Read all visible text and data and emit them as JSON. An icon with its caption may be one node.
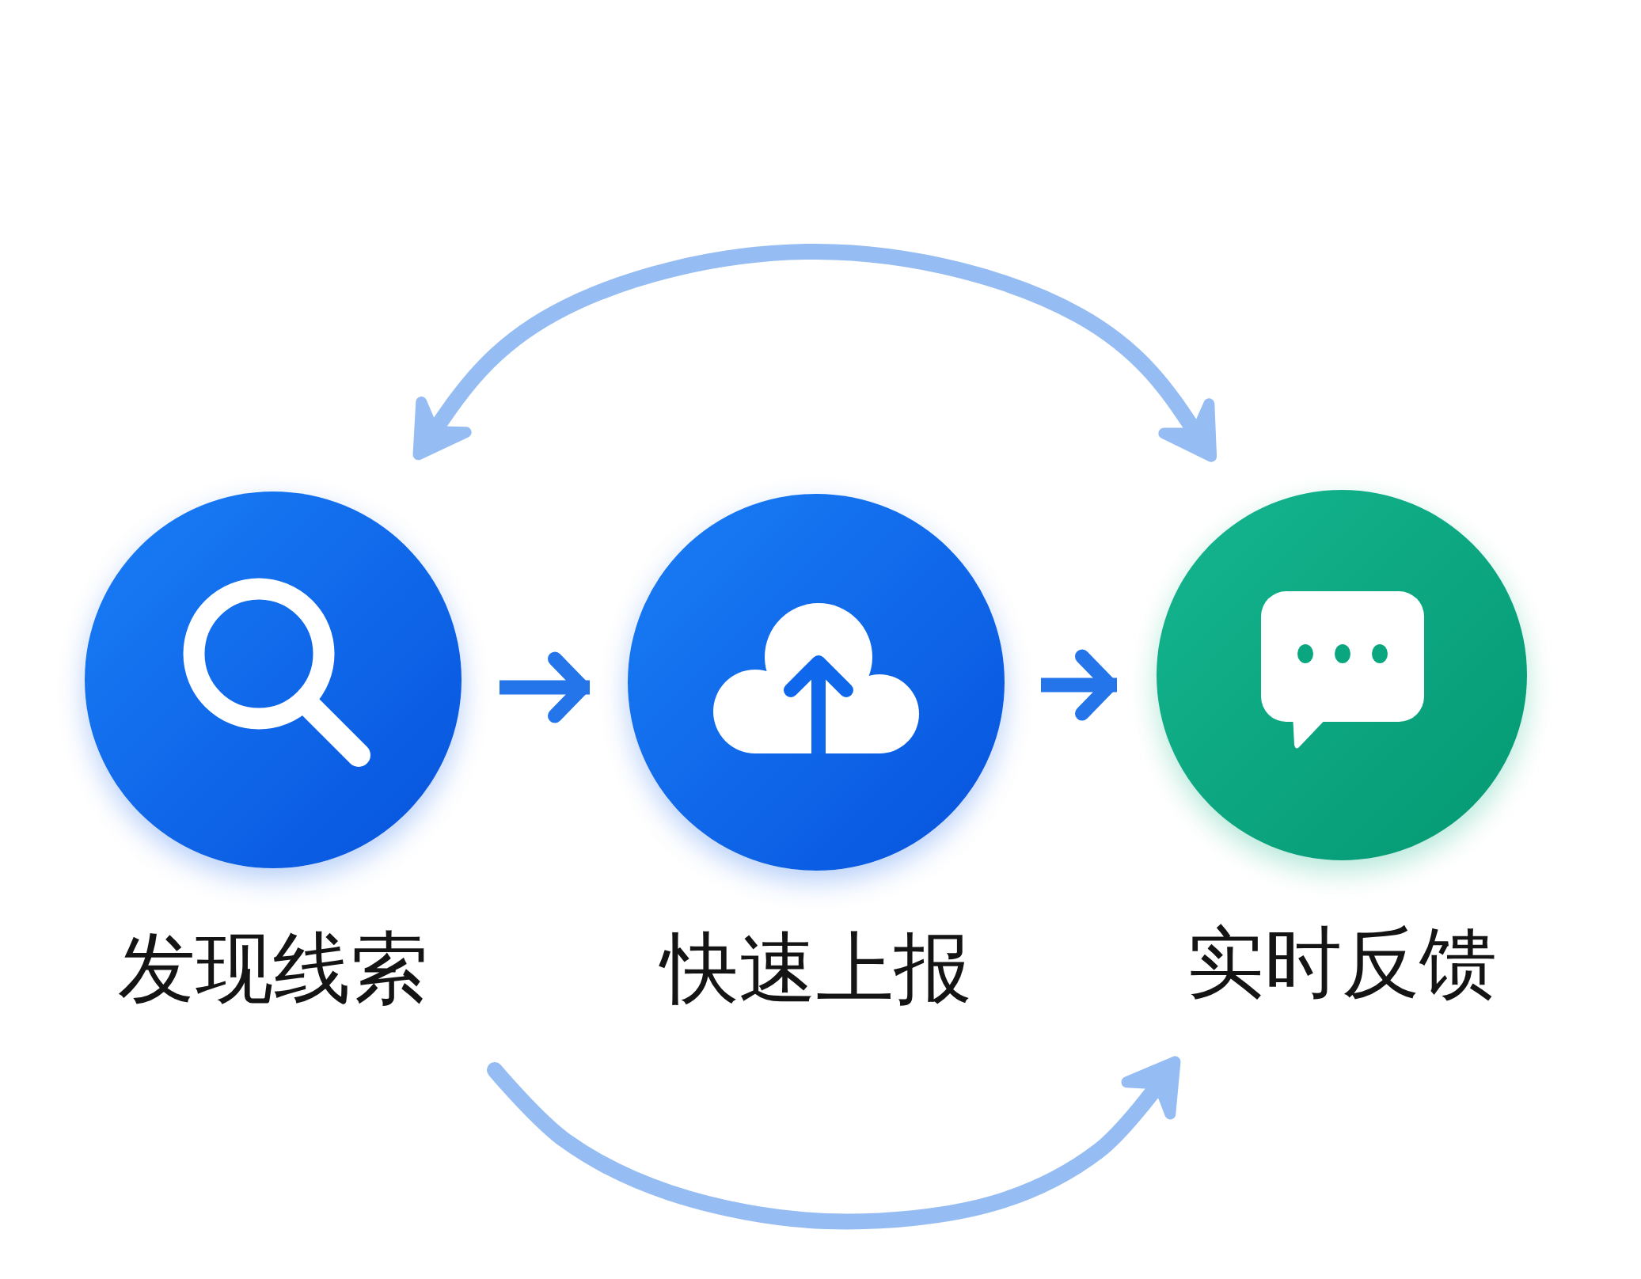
{
  "diagram": {
    "nodes": [
      {
        "text": [
          "发现线索"
        ]
      },
      {
        "text": [
          "快速上报"
        ]
      },
      {
        "text": [
          "实时反馈"
        ]
      }
    ],
    "edges": [
      {
        "from": 0,
        "to": 1,
        "arrow": "to"
      },
      {
        "from": 1,
        "to": 2,
        "arrow": "to"
      },
      {
        "from": 0,
        "to": 2,
        "arrow": "both",
        "color": "#96bdf3"
      },
      {
        "from": 0,
        "to": 2,
        "arrow": "to",
        "color": "#96bdf3"
      }
    ]
  }
}
